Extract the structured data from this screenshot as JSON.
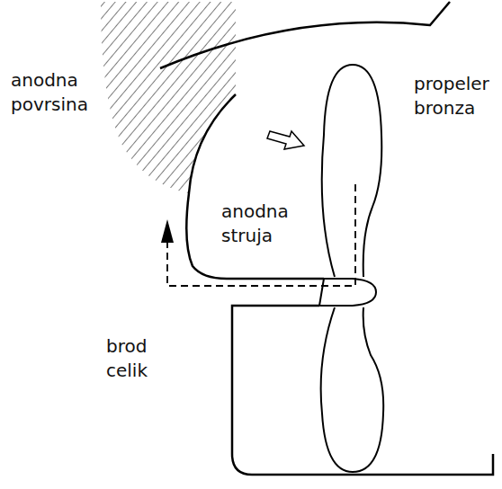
{
  "diagram": {
    "labels": [
      "anodna povrsina",
      "anodna struja",
      "propeler bronza",
      "brod celik"
    ]
  }
}
